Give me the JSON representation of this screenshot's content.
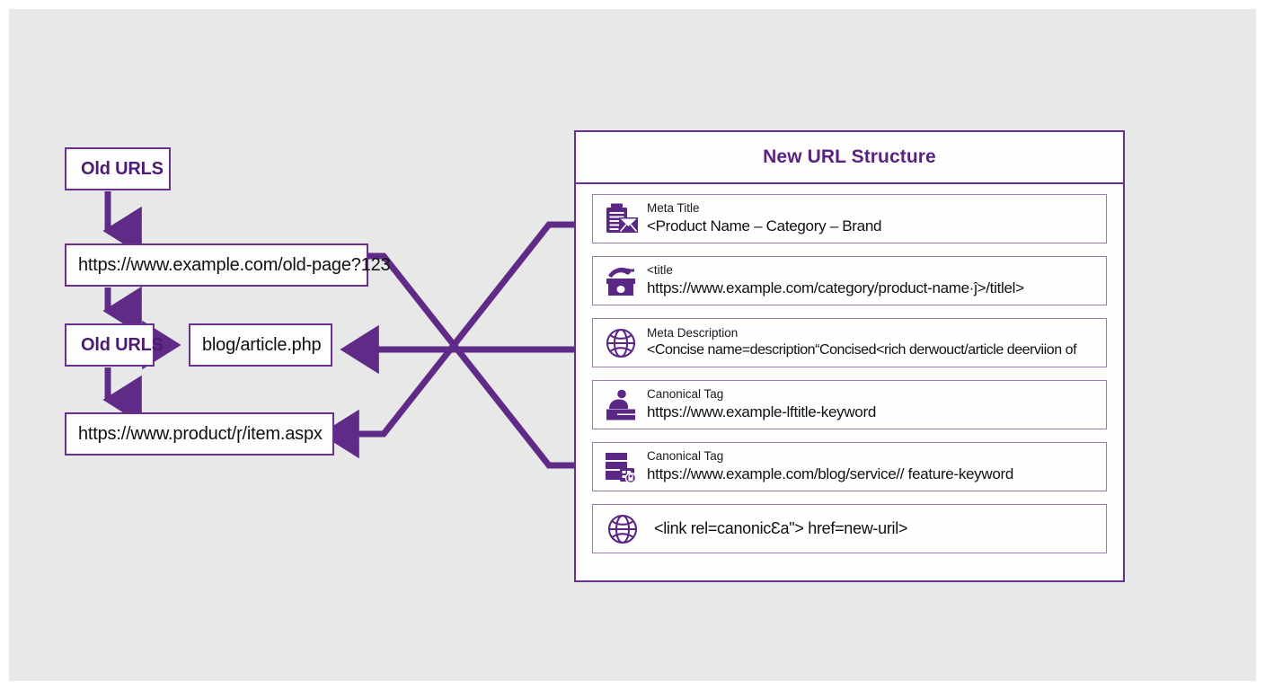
{
  "canvas": {
    "background": "#e8e8e9",
    "accent": "#6b2f8f",
    "title_color": "#5a2382"
  },
  "flow": {
    "boxes": [
      {
        "id": "old-urls-1",
        "text": "Old URLS"
      },
      {
        "id": "old-page-url",
        "text": "https://www.example.com/old-page?123"
      },
      {
        "id": "old-urls-2",
        "text": "Old URLS"
      },
      {
        "id": "blog-article",
        "text": "blog/article.php"
      },
      {
        "id": "product-item-url",
        "text": "https://www.product/ɼ/item.aspx"
      }
    ]
  },
  "panel": {
    "title": "New URL Structure",
    "rows": [
      {
        "icon": "clipboard-envelope-icon",
        "label": "Meta Title",
        "value": "<Product Name – Category – Brand"
      },
      {
        "icon": "archive-box-icon",
        "label": "<title",
        "value": "https://www.example.com/category/product-name·ĵ>/titlel>"
      },
      {
        "icon": "globe-icon",
        "label": "Meta Description",
        "value": "<Concise name=description“Concised<rich derwouct/article deerviion of"
      },
      {
        "icon": "person-desk-icon",
        "label": "Canonical Tag",
        "value": "https://www.example-lftitle-keyword"
      },
      {
        "icon": "server-lock-icon",
        "label": "Canonical Tag",
        "value": "https://www.example.com/blog/service// feature-keyword"
      },
      {
        "icon": "globe-icon",
        "label": "",
        "value": "<link rel=canonicƐa\"> href=new-uril>"
      }
    ]
  }
}
